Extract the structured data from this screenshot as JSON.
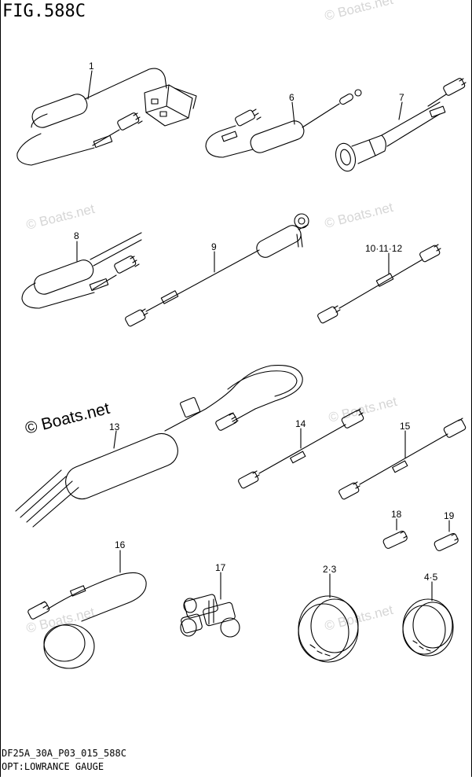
{
  "figure": {
    "title": "FIG.588C",
    "code": "DF25A_30A_P03_015_588C",
    "caption": "OPT:LOWRANCE GAUGE"
  },
  "watermark": {
    "text": "© Boats.net",
    "main_text": "© Boats.net"
  },
  "callouts": [
    {
      "id": "1",
      "label": "1"
    },
    {
      "id": "6",
      "label": "6"
    },
    {
      "id": "7",
      "label": "7"
    },
    {
      "id": "8",
      "label": "8"
    },
    {
      "id": "9",
      "label": "9"
    },
    {
      "id": "10",
      "label": "10·11·12"
    },
    {
      "id": "13",
      "label": "13"
    },
    {
      "id": "14",
      "label": "14"
    },
    {
      "id": "15",
      "label": "15"
    },
    {
      "id": "16",
      "label": "16"
    },
    {
      "id": "17",
      "label": "17"
    },
    {
      "id": "18",
      "label": "18"
    },
    {
      "id": "19",
      "label": "19"
    },
    {
      "id": "23",
      "label": "2·3"
    },
    {
      "id": "45",
      "label": "4·5"
    }
  ]
}
